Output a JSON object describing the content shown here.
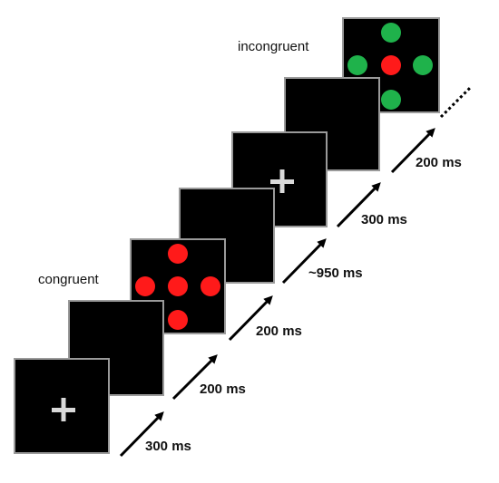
{
  "labels": {
    "congruent": "congruent",
    "incongruent": "incongruent"
  },
  "durations": [
    "300 ms",
    "200 ms",
    "200 ms",
    "~950 ms",
    "300 ms",
    "200 ms"
  ],
  "colors": {
    "screen": "#000000",
    "border": "#9a9a9a",
    "fixation": "#d9d9d9",
    "red_dot": "#ff1a1a",
    "green_dot": "#1fb24b",
    "arrow": "#000000"
  },
  "screens": [
    {
      "content": "fixation-cross"
    },
    {
      "content": "blank"
    },
    {
      "content": "dots",
      "center_color": "red",
      "flanker_color": "red"
    },
    {
      "content": "blank"
    },
    {
      "content": "fixation-cross"
    },
    {
      "content": "blank"
    },
    {
      "content": "dots",
      "center_color": "red",
      "flanker_color": "green"
    }
  ]
}
